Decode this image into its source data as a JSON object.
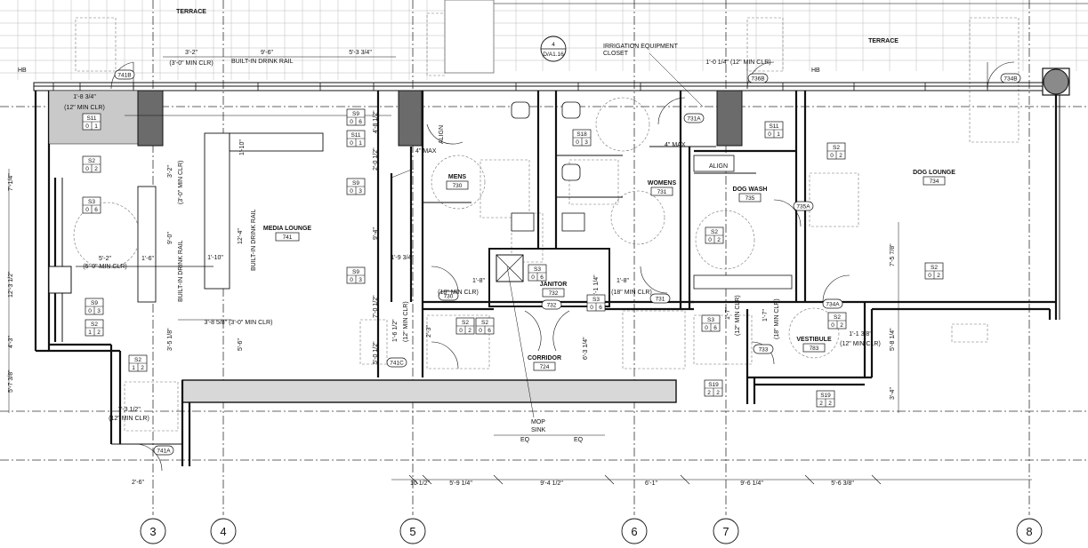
{
  "rooms": {
    "terrace_left": "TERRACE",
    "terrace_right": "TERRACE",
    "media_lounge": {
      "name": "MEDIA LOUNGE",
      "num": "741"
    },
    "mens": {
      "name": "MENS",
      "num": "730"
    },
    "womens": {
      "name": "WOMENS",
      "num": "731"
    },
    "janitor": {
      "name": "JANITOR",
      "num": "732"
    },
    "corridor": {
      "name": "CORRIDOR",
      "num": "724"
    },
    "dog_wash": {
      "name": "DOG WASH",
      "num": "735"
    },
    "dog_lounge": {
      "name": "DOG LOUNGE",
      "num": "734"
    },
    "vestibule": {
      "name": "VESTIBULE",
      "num": "783"
    }
  },
  "notes": {
    "irrigation_1": "IRRIGATION EQUIPMENT",
    "irrigation_2": "CLOSET",
    "built_in_rail_top": "BUILT-IN DRINK RAIL",
    "built_in_rail_v1": "BUILT-IN DRINK RAIL",
    "built_in_rail_v2": "BUILT-IN DRINK RAIL",
    "align_1": "ALIGN",
    "align_2": "ALIGN",
    "max_1": "4\" MAX",
    "max_2": "4\" MAX",
    "mop_1": "MOP",
    "mop_2": "SINK",
    "hb_1": "HB",
    "hb_2": "HB",
    "eq_1": "EQ",
    "eq_2": "EQ",
    "detail_num": "4",
    "detail_sheet": "D/A1.16"
  },
  "doors": [
    "741B",
    "736B",
    "734B",
    "731A",
    "735A",
    "734A",
    "733",
    "730",
    "731",
    "741C",
    "741A",
    "732"
  ],
  "dims": {
    "d_3_2": "3'-2\"",
    "d_3_0_clr": "(3'-0\" MIN CLR)",
    "d_9_6": "9'-6\"",
    "d_5_3_34": "5'-3 3/4\"",
    "d_1_0_14": "1'-0 1/4\" (12\" MIN CLR)",
    "d_1_8_34": "1'-8 3/4\"",
    "d_12_clr": "(12\" MIN CLR)",
    "d_3_2_v": "3'-2\"",
    "d_3_0_clr_v": "(3'-0\" MIN CLR)",
    "d_1_10": "1'-10\"",
    "d_12_4": "12'-4\"",
    "d_5_2": "5'-2\"",
    "d_5_0_clr": "(5'-0\" MIN CLR)",
    "d_1_6": "1'-6\"",
    "d_1_10_b": "1'-10\"",
    "d_9_0": "9'-0\"",
    "d_3_8_58": "3'-8 5/8\" (3'-0\" MIN CLR)",
    "d_3_5_18": "3'-5 1/8\"",
    "d_5_6": "5'-6\"",
    "d_7_14": "7'-1/4\"",
    "d_12_3_12": "12'-3 1/2\"",
    "d_4_3": "4'-3\"",
    "d_5_7_38": "5'-7 3/8\"",
    "d_1_3_12": "1'-3 1/2\"",
    "d_12_clr_b": "(12\" MIN CLR)",
    "d_2_6": "2'-6\"",
    "d_4_8_12": "4'-8 1/2\"",
    "d_2_0_12": "2'-0 1/2\"",
    "d_9_4": "9'-4\"",
    "d_1_9_34": "1'-9 3/4\"",
    "d_7_0_12": "7'-0 1/2\"",
    "d_1_6_12": "1'-6 1/2\"",
    "d_12_clr_c": "(12\" MIN CLR)",
    "d_5_0_12": "5'-0 1/2\"",
    "d_2_3": "2'-3\"",
    "d_1_8": "1'-8\"",
    "d_18_clr": "(18\" MIN CLR)",
    "d_4_1_14": "4'-1 1/4\"",
    "d_1_8_b": "1'-8\"",
    "d_18_clr_b": "(18\" MIN CLR)",
    "d_6_3_14": "6'-3 1/4\"",
    "d_1_7": "1'-7\"",
    "d_12_clr_d": "(12\" MIN CLR)",
    "d_1_7_b": "1'-7\"",
    "d_18_clr_c": "(18\" MIN CLR)",
    "d_1_1_38": "1'-1 3/8\"",
    "d_12_clr_e": "(12\" MIN CLR)",
    "d_7_5_78": "7'-5 7/8\"",
    "d_5_8_14": "5'-8 1/4\"",
    "d_3_4": "3'-4\"",
    "b_10_12": "10 1/2\"",
    "b_5_9_14": "5'-9 1/4\"",
    "b_9_4_12": "9'-4 1/2\"",
    "b_6_1": "6'-1\"",
    "b_9_6_14": "9'-6 1/4\"",
    "b_5_6_38": "5'-6 3/8\""
  },
  "tags": [
    {
      "id": "t1",
      "code": "S11",
      "a": "0",
      "b": "1"
    },
    {
      "id": "t2",
      "code": "S2",
      "a": "0",
      "b": "2"
    },
    {
      "id": "t3",
      "code": "S3",
      "a": "0",
      "b": "6"
    },
    {
      "id": "t4",
      "code": "S9",
      "a": "0",
      "b": "3"
    },
    {
      "id": "t5",
      "code": "S2",
      "a": "1",
      "b": "2"
    },
    {
      "id": "t6",
      "code": "S2",
      "a": "1",
      "b": "2"
    },
    {
      "id": "t7",
      "code": "S9",
      "a": "0",
      "b": "6"
    },
    {
      "id": "t8",
      "code": "S11",
      "a": "0",
      "b": "1"
    },
    {
      "id": "t9",
      "code": "S9",
      "a": "0",
      "b": "3"
    },
    {
      "id": "t10",
      "code": "S9",
      "a": "0",
      "b": "3"
    },
    {
      "id": "t11",
      "code": "S18",
      "a": "0",
      "b": "3"
    },
    {
      "id": "t12",
      "code": "S3",
      "a": "0",
      "b": "6"
    },
    {
      "id": "t13",
      "code": "S3",
      "a": "0",
      "b": "6"
    },
    {
      "id": "t14",
      "code": "S2",
      "a": "0",
      "b": "2"
    },
    {
      "id": "t15",
      "code": "S2",
      "a": "0",
      "b": "6"
    },
    {
      "id": "t16",
      "code": "S11",
      "a": "0",
      "b": "1"
    },
    {
      "id": "t17",
      "code": "S2",
      "a": "0",
      "b": "2"
    },
    {
      "id": "t18",
      "code": "S2",
      "a": "0",
      "b": "2"
    },
    {
      "id": "t19",
      "code": "S3",
      "a": "0",
      "b": "6"
    },
    {
      "id": "t20",
      "code": "S2",
      "a": "0",
      "b": "2"
    },
    {
      "id": "t21",
      "code": "S2",
      "a": "0",
      "b": "2"
    },
    {
      "id": "t22",
      "code": "S19",
      "a": "2",
      "b": "2"
    },
    {
      "id": "t23",
      "code": "S19",
      "a": "2",
      "b": "2"
    }
  ],
  "grid_lines": [
    "3",
    "4",
    "5",
    "6",
    "7",
    "8"
  ]
}
